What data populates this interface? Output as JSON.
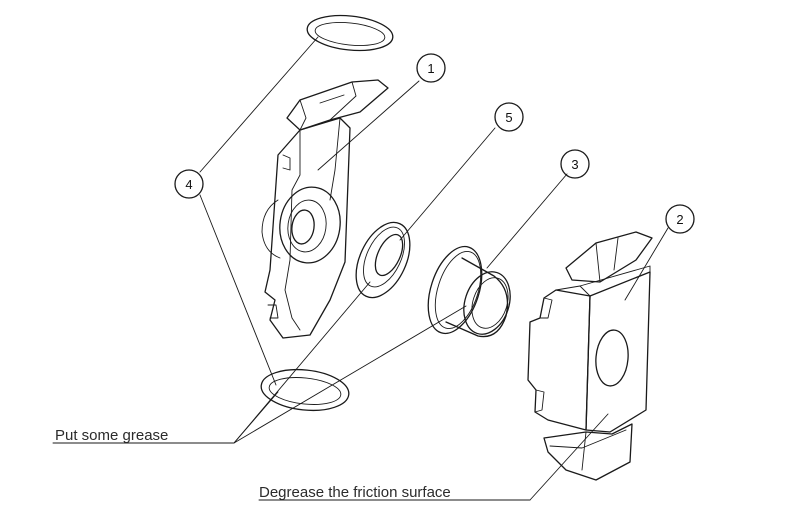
{
  "balloons": [
    {
      "id": "balloon-1",
      "number": "1"
    },
    {
      "id": "balloon-2",
      "number": "2"
    },
    {
      "id": "balloon-3",
      "number": "3"
    },
    {
      "id": "balloon-4",
      "number": "4"
    },
    {
      "id": "balloon-5",
      "number": "5"
    }
  ],
  "annotations": {
    "grease": "Put some grease",
    "degrease": "Degrease the friction surface"
  }
}
